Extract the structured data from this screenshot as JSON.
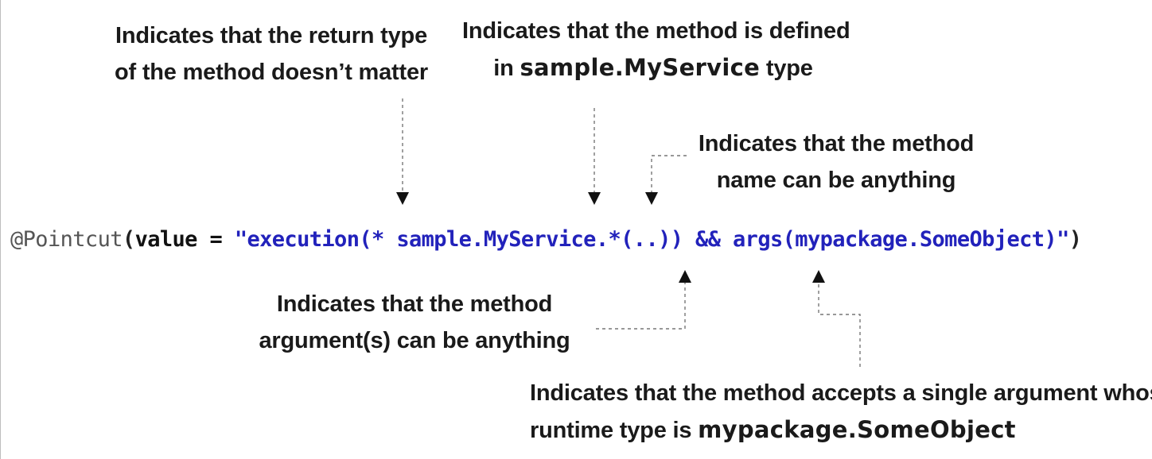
{
  "notes": {
    "return_type": {
      "line1": "Indicates that the return type",
      "line2": "of the method doesn’t matter"
    },
    "defined_in": {
      "line1": "Indicates that the method is defined",
      "line2_prefix": "in ",
      "line2_code": "sample.MyService",
      "line2_suffix": " type"
    },
    "method_name": {
      "line1": "Indicates that the method",
      "line2": "name can be anything"
    },
    "arguments": {
      "line1": "Indicates that the method",
      "line2": "argument(s) can be anything"
    },
    "single_argument": {
      "line1": "Indicates that the method accepts a single argument whose",
      "line2_prefix": "runtime type is ",
      "line2_code": "mypackage.SomeObject"
    }
  },
  "code": {
    "annotation": "@Pointcut",
    "open_paren": "(",
    "keyword": "value",
    "operator": " = ",
    "string": "\"execution(* sample.MyService.*(..)) && args(mypackage.SomeObject)\"",
    "close_paren": ")"
  }
}
